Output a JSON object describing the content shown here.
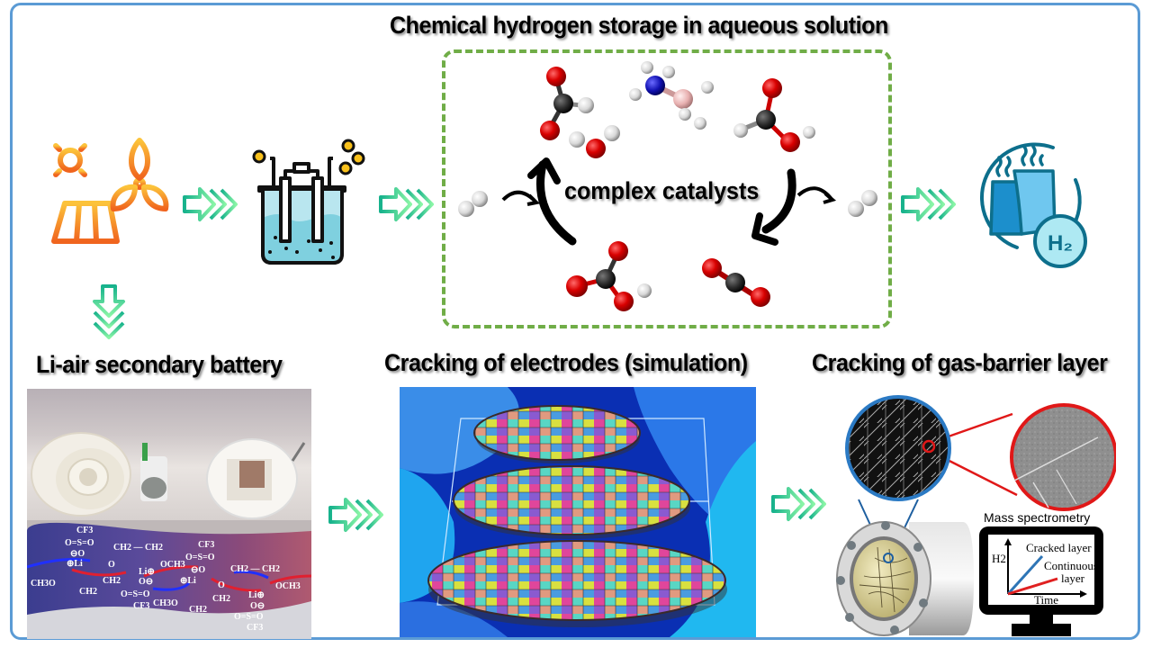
{
  "titles": {
    "main": "Chemical hydrogen storage in aqueous solution",
    "li_air": "Li-air secondary battery",
    "electrodes": "Cracking of electrodes (simulation)",
    "gas_barrier": "Cracking of gas-barrier layer"
  },
  "cycle": {
    "label": "complex catalysts",
    "molecules": [
      "formate",
      "ammonia-borane",
      "formic-acid",
      "water",
      "hydrogen-in",
      "hydrogen-out",
      "bicarbonate",
      "carbon-dioxide"
    ]
  },
  "icons": [
    "renewable-energy-icon",
    "electrolysis-beaker-icon",
    "hydrogen-power-plant-icon"
  ],
  "battery_panel": {
    "chem_labels": [
      "CF3",
      "O=S=O",
      "⊖O",
      "⊕Li",
      "CH2",
      "CH2",
      "O",
      "OCH3",
      "Li⊕",
      "O⊖",
      "O=S=O",
      "CF3",
      "CH3O",
      "CH2",
      "OCH3",
      "CF3",
      "O=S=O",
      "⊖O",
      "⊕Li",
      "CH2",
      "CH2",
      "O",
      "Li⊕",
      "O⊖",
      "O=S=O",
      "CF3",
      "CH3O",
      "CH2",
      "CH2",
      "OCH3"
    ]
  },
  "mass_spec": {
    "title": "Mass spectrometry",
    "y_label": "H2",
    "x_label": "Time",
    "series": [
      {
        "name": "Cracked layer",
        "color": "#2e75b6"
      },
      {
        "name": "Continuous layer",
        "color": "#e02020"
      }
    ],
    "series_label_1": "Cracked layer",
    "series_label_2a": "Continuous",
    "series_label_2b": "layer"
  },
  "colors": {
    "frame": "#5b9bd5",
    "dashed_box": "#70ad47",
    "arrow_dark": "#1fb58f",
    "arrow_light": "#7ef0a8"
  }
}
